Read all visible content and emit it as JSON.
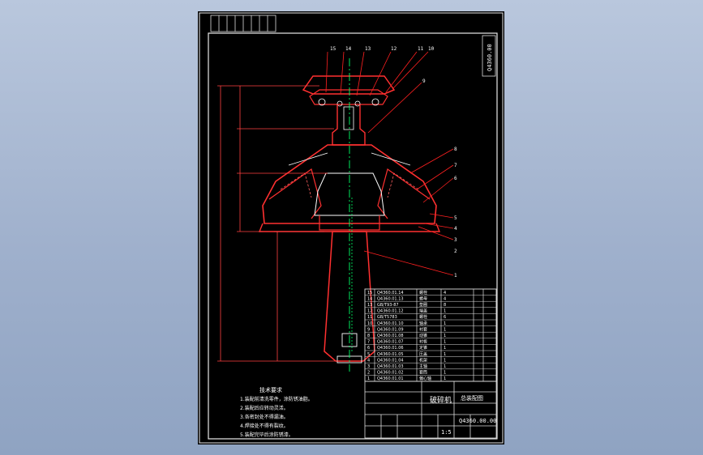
{
  "colors": {
    "background": "#9fb0cc",
    "sheet": "#000000",
    "frame": "#e8e8e8",
    "part_outline": "#ff3030",
    "construction": "#ffffff",
    "center_line": "#00ff66",
    "leader": "#ff2020",
    "dimension": "#ff4040",
    "text": "#ffffff",
    "accent": "#ff5050"
  },
  "drawing": {
    "stamp": "Q4360.00",
    "part_numbers_top": [
      "15",
      "14",
      "13",
      "12",
      "11",
      "10"
    ],
    "part_numbers_right": [
      "9",
      "8",
      "7",
      "6",
      "5",
      "4",
      "3",
      "2",
      "1"
    ],
    "technical_requirements": {
      "title": "技术要求",
      "lines": [
        "1.装配前清洗零件，涂防锈油脂。",
        "2.装配后应转动灵活。",
        "3.各密封处不得漏油。",
        "4.焊接处不得有裂纹。",
        "5.装配完毕后涂防锈漆。"
      ]
    },
    "title_block": {
      "drawing_title": "破碎机",
      "unit": "总装配图",
      "drawing_number": "Q4360.00.00",
      "scale": "1:5"
    },
    "bom_rows": [
      [
        "15",
        "Q4360.01.14",
        "螺栓",
        "4"
      ],
      [
        "14",
        "Q4360.01.13",
        "螺母",
        "4"
      ],
      [
        "13",
        "GB/T93-87",
        "垫圈",
        "8"
      ],
      [
        "12",
        "Q4360.01.12",
        "端盖",
        "1"
      ],
      [
        "11",
        "GB/T5783",
        "螺栓",
        "6"
      ],
      [
        "10",
        "Q4360.01.10",
        "轴承",
        "1"
      ],
      [
        "9",
        "Q4360.01.09",
        "衬套",
        "1"
      ],
      [
        "8",
        "Q4360.01.08",
        "动锥",
        "1"
      ],
      [
        "7",
        "Q4360.01.07",
        "衬板",
        "1"
      ],
      [
        "6",
        "Q4360.01.06",
        "定锥",
        "1"
      ],
      [
        "5",
        "Q4360.01.05",
        "压盖",
        "1"
      ],
      [
        "4",
        "Q4360.01.04",
        "机架",
        "1"
      ],
      [
        "3",
        "Q4360.01.03",
        "主轴",
        "1"
      ],
      [
        "2",
        "Q4360.01.02",
        "套筒",
        "1"
      ],
      [
        "1",
        "Q4360.01.01",
        "偏心轴",
        "1"
      ]
    ]
  }
}
